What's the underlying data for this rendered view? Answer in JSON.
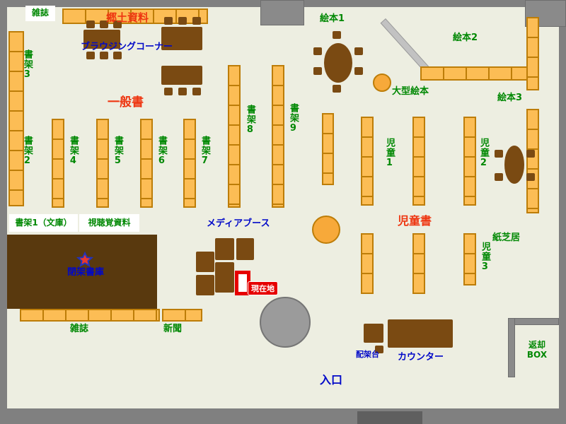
{
  "map_title": "library-floor-map",
  "colors": {
    "floor": "#edeee1",
    "wall_gray": "#808080",
    "shelf_orange": "#fcbd55",
    "shelf_border": "#bd7d08",
    "table_brown": "#7a4a12",
    "closed_stacks_brown": "#59390e",
    "label_green": "#008803",
    "label_red": "#ee3611",
    "label_blue": "#0008c8",
    "current_location_red": "#e60000",
    "pillar_gray": "#9b9b9b"
  },
  "labels": {
    "zasshi_top": "雑誌",
    "kyodo": "郷土資料",
    "browsing": "ブラウジングコーナー",
    "shoka3": "書架3",
    "shoka2": "書架2",
    "ippansho": "一般書",
    "shoka4": "書架4",
    "shoka5": "書架5",
    "shoka6": "書架6",
    "shoka7": "書架7",
    "shoka8": "書架8",
    "shoka9": "書架9",
    "ehon1": "絵本1",
    "ehon2": "絵本2",
    "ogata_ehon": "大型絵本",
    "ehon3": "絵本3",
    "jido1": "児童1",
    "jido2": "児童2",
    "jido3": "児童3",
    "jidosho": "児童書",
    "kamishibai": "紙芝居",
    "shoka1_bunko": "書架1（文庫）",
    "shichokaku": "視聴覚資料",
    "media_booth": "メディアブース",
    "heika_shoko": "閉架書庫",
    "genzaichi": "現在地",
    "zasshi_bottom": "雑誌",
    "shinbun": "新聞",
    "haikadai": "配架台",
    "counter": "カウンター",
    "henkyaku_line1": "返却",
    "henkyaku_line2": "BOX",
    "iriguchi": "入口"
  }
}
